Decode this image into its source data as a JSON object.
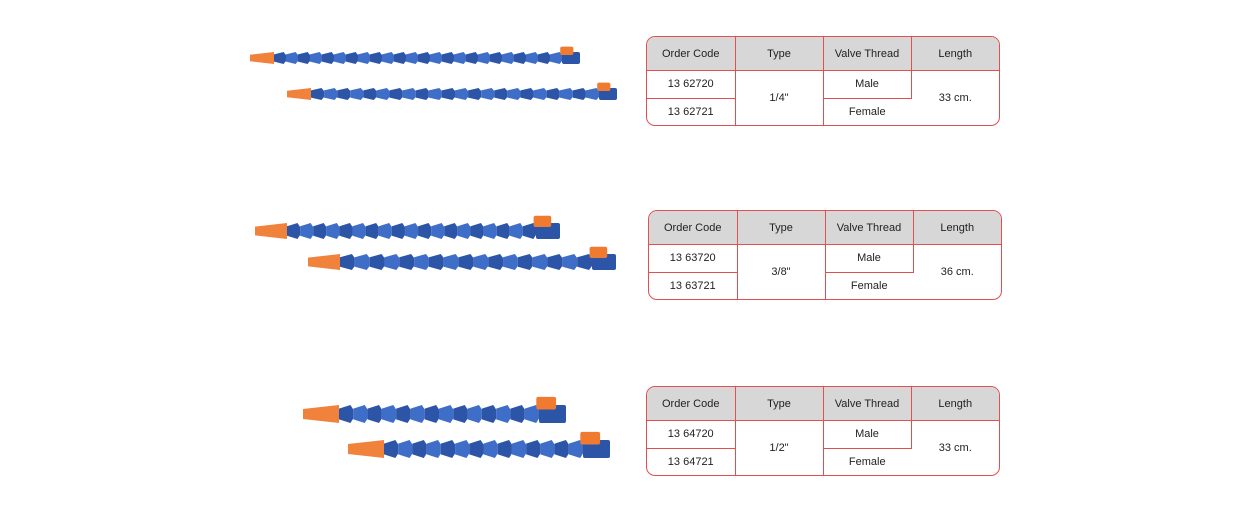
{
  "headers": {
    "order_code": "Order Code",
    "type": "Type",
    "valve_thread": "Valve Thread",
    "length": "Length"
  },
  "products": [
    {
      "rows": [
        {
          "order_code": "13 62720",
          "valve_thread": "Male"
        },
        {
          "order_code": "13 62721",
          "valve_thread": "Female"
        }
      ],
      "type": "1/4\"",
      "length": "33 cm."
    },
    {
      "rows": [
        {
          "order_code": "13 63720",
          "valve_thread": "Male"
        },
        {
          "order_code": "13 63721",
          "valve_thread": "Female"
        }
      ],
      "type": "3/8\"",
      "length": "36 cm."
    },
    {
      "rows": [
        {
          "order_code": "13 64720",
          "valve_thread": "Male"
        },
        {
          "order_code": "13 64721",
          "valve_thread": "Female"
        }
      ],
      "type": "1/2\"",
      "length": "33 cm."
    }
  ],
  "colors": {
    "hose_blue": "#3f6ec8",
    "hose_dark": "#2c55a8",
    "nozzle_orange": "#f0823c",
    "valve_orange": "#f07a30",
    "table_border": "#e05050",
    "header_bg": "#d7d7d7"
  },
  "icons": {
    "hose": "flexible-coolant-hose-icon"
  }
}
